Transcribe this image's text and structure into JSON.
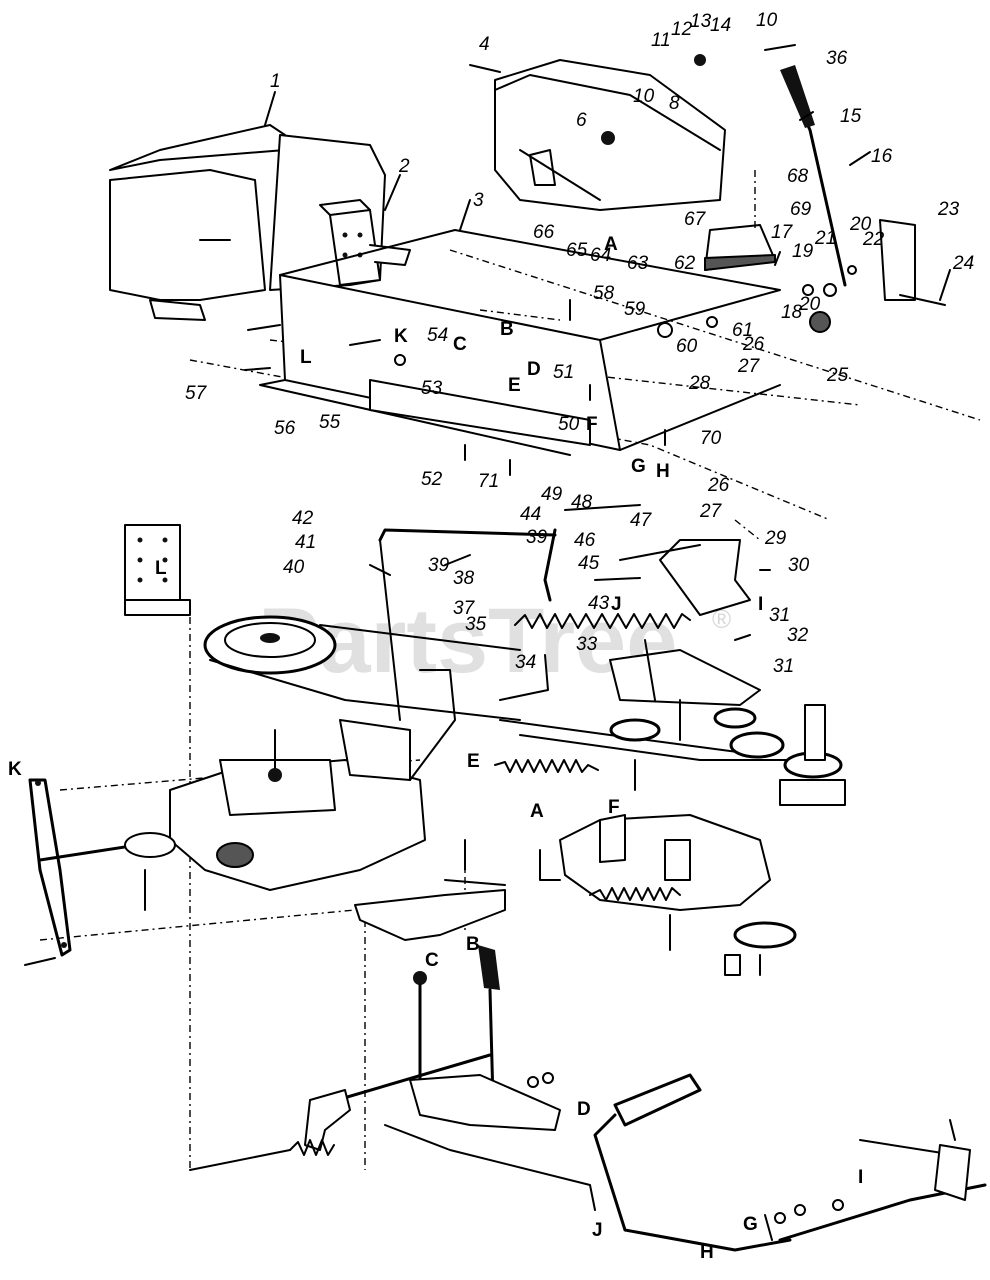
{
  "watermark": {
    "text": "PartsTree",
    "mark": "®"
  },
  "part_numbers": [
    {
      "id": "p1",
      "text": "1"
    },
    {
      "id": "p2",
      "text": "2"
    },
    {
      "id": "p3",
      "text": "3"
    },
    {
      "id": "p4",
      "text": "4"
    },
    {
      "id": "p6",
      "text": "6"
    },
    {
      "id": "p8",
      "text": "8"
    },
    {
      "id": "p10a",
      "text": "10"
    },
    {
      "id": "p10b",
      "text": "10"
    },
    {
      "id": "p11",
      "text": "11"
    },
    {
      "id": "p12",
      "text": "12"
    },
    {
      "id": "p13",
      "text": "13"
    },
    {
      "id": "p14",
      "text": "14"
    },
    {
      "id": "p15",
      "text": "15"
    },
    {
      "id": "p16",
      "text": "16"
    },
    {
      "id": "p17",
      "text": "17"
    },
    {
      "id": "p18",
      "text": "18"
    },
    {
      "id": "p19",
      "text": "19"
    },
    {
      "id": "p20a",
      "text": "20"
    },
    {
      "id": "p20b",
      "text": "20"
    },
    {
      "id": "p21",
      "text": "21"
    },
    {
      "id": "p22",
      "text": "22"
    },
    {
      "id": "p23",
      "text": "23"
    },
    {
      "id": "p24",
      "text": "24"
    },
    {
      "id": "p25",
      "text": "25"
    },
    {
      "id": "p26a",
      "text": "26"
    },
    {
      "id": "p26b",
      "text": "26"
    },
    {
      "id": "p27a",
      "text": "27"
    },
    {
      "id": "p27b",
      "text": "27"
    },
    {
      "id": "p28",
      "text": "28"
    },
    {
      "id": "p29",
      "text": "29"
    },
    {
      "id": "p30",
      "text": "30"
    },
    {
      "id": "p31a",
      "text": "31"
    },
    {
      "id": "p31b",
      "text": "31"
    },
    {
      "id": "p32",
      "text": "32"
    },
    {
      "id": "p33",
      "text": "33"
    },
    {
      "id": "p34",
      "text": "34"
    },
    {
      "id": "p35",
      "text": "35"
    },
    {
      "id": "p36",
      "text": "36"
    },
    {
      "id": "p37",
      "text": "37"
    },
    {
      "id": "p38",
      "text": "38"
    },
    {
      "id": "p39a",
      "text": "39"
    },
    {
      "id": "p39b",
      "text": "39"
    },
    {
      "id": "p40",
      "text": "40"
    },
    {
      "id": "p41",
      "text": "41"
    },
    {
      "id": "p42",
      "text": "42"
    },
    {
      "id": "p43",
      "text": "43"
    },
    {
      "id": "p44",
      "text": "44"
    },
    {
      "id": "p45",
      "text": "45"
    },
    {
      "id": "p46",
      "text": "46"
    },
    {
      "id": "p47",
      "text": "47"
    },
    {
      "id": "p48",
      "text": "48"
    },
    {
      "id": "p49",
      "text": "49"
    },
    {
      "id": "p50",
      "text": "50"
    },
    {
      "id": "p51",
      "text": "51"
    },
    {
      "id": "p52",
      "text": "52"
    },
    {
      "id": "p53",
      "text": "53"
    },
    {
      "id": "p54",
      "text": "54"
    },
    {
      "id": "p55",
      "text": "55"
    },
    {
      "id": "p56",
      "text": "56"
    },
    {
      "id": "p57",
      "text": "57"
    },
    {
      "id": "p58",
      "text": "58"
    },
    {
      "id": "p59",
      "text": "59"
    },
    {
      "id": "p60",
      "text": "60"
    },
    {
      "id": "p61",
      "text": "61"
    },
    {
      "id": "p62",
      "text": "62"
    },
    {
      "id": "p63",
      "text": "63"
    },
    {
      "id": "p64",
      "text": "64"
    },
    {
      "id": "p65",
      "text": "65"
    },
    {
      "id": "p66",
      "text": "66"
    },
    {
      "id": "p67",
      "text": "67"
    },
    {
      "id": "p68",
      "text": "68"
    },
    {
      "id": "p69",
      "text": "69"
    },
    {
      "id": "p70",
      "text": "70"
    },
    {
      "id": "p71",
      "text": "71"
    }
  ],
  "connector_letters": [
    {
      "id": "K1",
      "text": "K"
    },
    {
      "id": "L1",
      "text": "L"
    },
    {
      "id": "B1",
      "text": "B"
    },
    {
      "id": "C1",
      "text": "C"
    },
    {
      "id": "D1",
      "text": "D"
    },
    {
      "id": "E1",
      "text": "E"
    },
    {
      "id": "F1",
      "text": "F"
    },
    {
      "id": "A1",
      "text": "A"
    },
    {
      "id": "G1",
      "text": "G"
    },
    {
      "id": "H1",
      "text": "H"
    },
    {
      "id": "I1",
      "text": "I"
    },
    {
      "id": "J1",
      "text": "J"
    },
    {
      "id": "L2",
      "text": "L"
    },
    {
      "id": "K2",
      "text": "K"
    },
    {
      "id": "E2",
      "text": "E"
    },
    {
      "id": "A2",
      "text": "A"
    },
    {
      "id": "F2",
      "text": "F"
    },
    {
      "id": "C2",
      "text": "C"
    },
    {
      "id": "B2",
      "text": "B"
    },
    {
      "id": "D2",
      "text": "D"
    },
    {
      "id": "J2",
      "text": "J"
    },
    {
      "id": "I2",
      "text": "I"
    },
    {
      "id": "G2",
      "text": "G"
    },
    {
      "id": "H2",
      "text": "H"
    }
  ]
}
